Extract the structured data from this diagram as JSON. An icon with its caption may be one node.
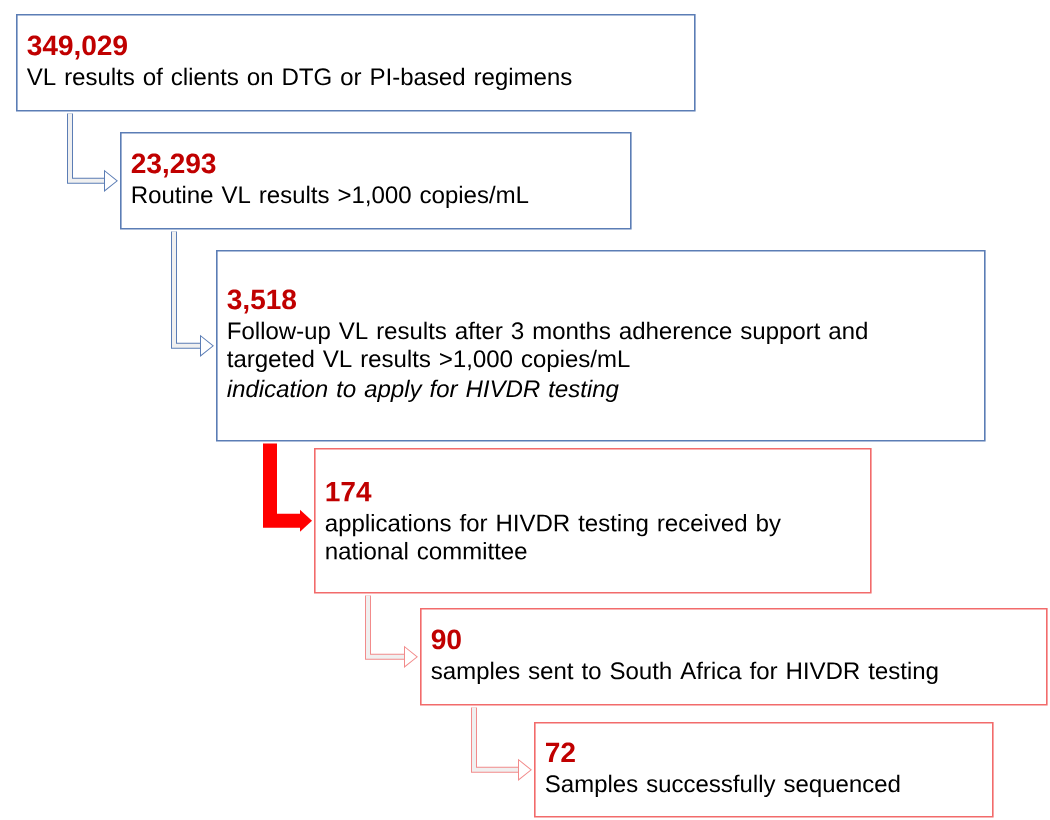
{
  "diagram": {
    "nodes": [
      {
        "text": [
          "349,029",
          "VL results of clients on DTG or PI-based regimens"
        ]
      },
      {
        "text": [
          "23,293",
          "Routine VL results >1,000 copies/mL"
        ]
      },
      {
        "text": [
          "3,518",
          "Follow-up VL results after 3 months adherence support and targeted VL results >1,000 copies/mL",
          "indication to apply for HIVDR testing"
        ]
      },
      {
        "text": [
          "174",
          "applications for HIVDR testing received by national committee"
        ]
      },
      {
        "text": [
          "90",
          "samples sent to South Africa for HIVDR testing"
        ]
      },
      {
        "text": [
          "72",
          "Samples successfully sequenced"
        ]
      }
    ],
    "edges": [
      {
        "from": 0,
        "to": 1,
        "arrow": "to",
        "color": "#5b7db5"
      },
      {
        "from": 1,
        "to": 2,
        "arrow": "to",
        "color": "#5b7db5"
      },
      {
        "from": 2,
        "to": 3,
        "arrow": "to",
        "style": "thick",
        "color": "#ff0000"
      },
      {
        "from": 3,
        "to": 4,
        "arrow": "to",
        "color": "#f28b8b"
      },
      {
        "from": 4,
        "to": 5,
        "arrow": "to",
        "color": "#f28b8b"
      }
    ]
  }
}
